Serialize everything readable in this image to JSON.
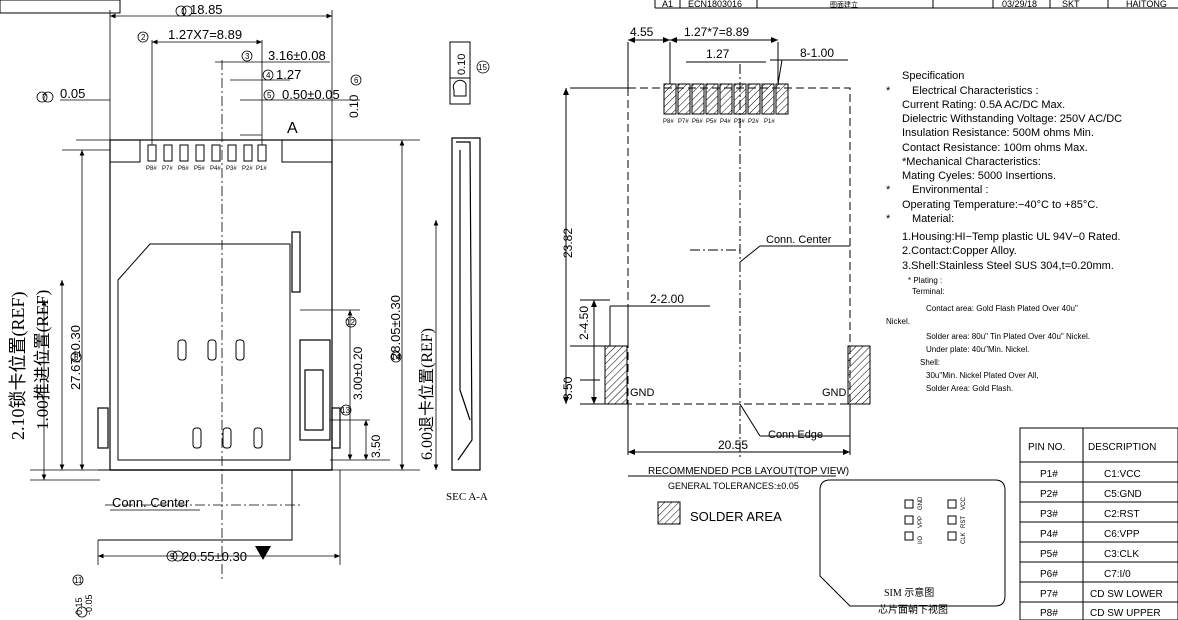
{
  "title_block": {
    "rev": "A1",
    "ecn": "ECN1803016",
    "desc": "图面建立",
    "date": "03/29/18",
    "by": "SKT",
    "company": "HAITONG"
  },
  "left_view": {
    "dim_overall_width": "18.85",
    "dim_pitch": "1.27X7=8.89",
    "dim_contact_width": "3.16±0.08",
    "dim_pitch_single": "1.27",
    "dim_contact_gap": "0.50±0.05",
    "dim_flat": "0.05",
    "dim_top_vert": "0.10",
    "dim_height": "27.67±0.30",
    "dim_height2": "28.05±0.30",
    "dim_bottom_width": "20.55±0.30",
    "dim_3_00": "3.00±0.20",
    "dim_3_50": "3.50",
    "lock_ref": "2.10锁卡位置(REF)",
    "push_ref": "1.00推进位置(REF)",
    "eject_ref": "6.00退卡位置(REF)",
    "conn_center": "Conn. Center",
    "section_a": "A",
    "flatness": "0.10",
    "balloon_15": "15",
    "small_tol": "0.15",
    "small_tol2": "-0.05",
    "pins": [
      "P8#",
      "P7#",
      "P6#",
      "P5#",
      "P4#",
      "P3#",
      "P2#",
      "P1#"
    ],
    "balloons": {
      "b1": "1",
      "b2": "2",
      "b3": "3",
      "b4": "4",
      "b5": "5",
      "b6": "6",
      "b7": "7",
      "b8": "8",
      "b9": "9",
      "b11": "11",
      "b12": "12",
      "b13": "13",
      "b14": "14"
    }
  },
  "section_label": "SEC A-A",
  "pcb": {
    "dim_4_55": "4.55",
    "dim_pitch": "1.27*7=8.89",
    "dim_1_27": "1.27",
    "dim_8_100": "8-1.00",
    "dim_23_82": "23.82",
    "dim_2_450": "2-4.50",
    "dim_2_200": "2-2.00",
    "dim_3_50": "3.50",
    "dim_20_55": "20.55",
    "gnd_left": "GND",
    "gnd_right": "GND",
    "conn_center": "Conn. Center",
    "conn_edge": "Conn Edge",
    "caption": "RECOMMENDED PCB LAYOUT(TOP VIEW)",
    "tolerance": "GENERAL TOLERANCES:±0.05",
    "legend": "SOLDER AREA",
    "pins": [
      "P8#",
      "P7#",
      "P6#",
      "P5#",
      "P4#",
      "P3#",
      "P2#",
      "P1#"
    ]
  },
  "spec": {
    "lines": [
      "Specification",
      "Electrical Characteristics :",
      "Current Rating: 0.5A AC/DC Max.",
      "Dielectric Withstanding Voltage: 250V AC/DC",
      "Insulation Resistance: 500M ohms Min.",
      "Contact Resistance: 100m ohms Max.",
      "*Mechanical Characteristics:",
      "Mating Cyeles: 5000 Insertions.",
      "Environmental :",
      "Operating Temperature:−40°C to +85°C.",
      "Material:",
      "1.Housing:HI−Temp plastic UL 94V−0 Rated.",
      "2.Contact:Copper Alloy.",
      "3.Shell:Stainless Steel SUS 304,t=0.20mm.",
      "* Plating :",
      "Terminal:",
      "Contact area:  Gold Flash Plated Over 40u\"",
      "Nickel.",
      "Solder area: 80u\" Tin Plated Over 40u\" Nickel.",
      "Under plate: 40u\"Min. Nickel.",
      "Shell:",
      "30u\"Min. Nickel Plated Over All,",
      "Solder Area: Gold Flash."
    ]
  },
  "sim": {
    "caption1": "SIM 示意图",
    "caption2": "芯片面朝下视图",
    "labels_left": [
      "GND",
      "VPP",
      "I/O"
    ],
    "labels_right": [
      "VCC",
      "RST",
      "CLK"
    ]
  },
  "pin_table": {
    "headers": [
      "PIN NO.",
      "DESCRIPTION"
    ],
    "rows": [
      [
        "P1#",
        "C1:VCC"
      ],
      [
        "P2#",
        "C5:GND"
      ],
      [
        "P3#",
        "C2:RST"
      ],
      [
        "P4#",
        "C6:VPP"
      ],
      [
        "P5#",
        "C3:CLK"
      ],
      [
        "P6#",
        "C7:I/0"
      ],
      [
        "P7#",
        "CD SW LOWER"
      ],
      [
        "P8#",
        "CD SW UPPER"
      ]
    ]
  }
}
